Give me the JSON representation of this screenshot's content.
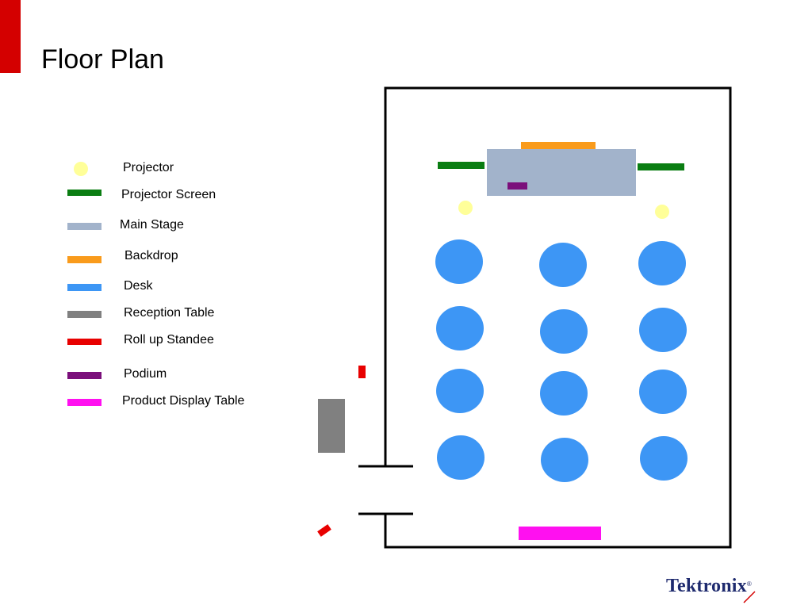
{
  "title": "Floor Plan",
  "legend": [
    {
      "label": "Projector",
      "color": "#ffff99",
      "shape": "circle"
    },
    {
      "label": "Projector Screen",
      "color": "#0a7d12",
      "shape": "bar"
    },
    {
      "label": "Main Stage",
      "color": "#a2b3cb",
      "shape": "bar"
    },
    {
      "label": "Backdrop",
      "color": "#f99b1c",
      "shape": "bar"
    },
    {
      "label": "Desk",
      "color": "#3d96f5",
      "shape": "bar"
    },
    {
      "label": "Reception Table",
      "color": "#808080",
      "shape": "bar"
    },
    {
      "label": "Roll up Standee",
      "color": "#e80000",
      "shape": "bar"
    },
    {
      "label": "Podium",
      "color": "#7b0f7b",
      "shape": "bar"
    },
    {
      "label": "Product Display Table",
      "color": "#ff10f0",
      "shape": "bar"
    }
  ],
  "logo": {
    "text": "Tektronix",
    "mark": "®"
  }
}
